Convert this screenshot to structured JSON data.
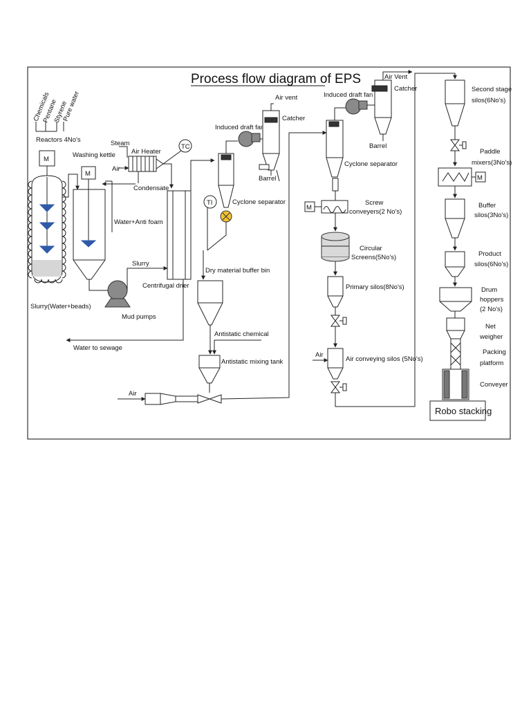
{
  "diagram": {
    "title": "Process flow diagram of EPS",
    "motor": "M",
    "feeds": [
      "Chemicals",
      "Pentane",
      "Styrene",
      "Pure water"
    ],
    "instruments": {
      "tc": "TC",
      "ti": "TI"
    },
    "labels": {
      "reactors": "Reactors 4No's",
      "washing_kettle": "Washing kettle",
      "steam": "Steam",
      "air_heater": "Air Heater",
      "air_heater_air": "Air",
      "condensate": "Condensate",
      "water_antifoam": "Water+Anti foam",
      "slurry": "Slurry",
      "slurry_beads": "Slurry(Water+beads)",
      "mud_pumps": "Mud pumps",
      "centrifugal_drier": "Centrifugal drier",
      "water_to_sewage": "Water to sewage",
      "air_vent_1": "Air vent",
      "catcher_1": "Catcher",
      "induced_fan_1": "Induced draft fan",
      "barrel_1": "Barrel",
      "cyclone_1": "Cyclone separator",
      "buffer_bin": "Dry material buffer bin",
      "antistatic_chemical": "Antistatic chemical",
      "antistatic_tank": "Antistatic mixing tank",
      "air_blower": "Air",
      "induced_fan_2": "Induced draft fan",
      "air_vent_2": "Air Vent",
      "catcher_2": "Catcher",
      "barrel_2": "Barrel",
      "cyclone_2": "Cyclone separator",
      "screw_conveyers": [
        "Screw",
        "conveyers(2 No's)"
      ],
      "circular_screens": [
        "Circular",
        "Screens(5No's)"
      ],
      "primary_silos": "Primary silos(8No's)",
      "air_conveying_air": "Air",
      "air_conveying_silos": "Air conveying silos (5No's)",
      "second_stage_silos": [
        "Second stage",
        "silos(6No's)"
      ],
      "paddle_mixers": [
        "Paddle",
        "mixers(3No's)"
      ],
      "buffer_silos": [
        "Buffer",
        "silos(3No's)"
      ],
      "product_silos": [
        "Product",
        "silos(6No's)"
      ],
      "drum_hoppers": [
        "Drum",
        "hoppers",
        "(2 No's)"
      ],
      "net_weigher": [
        "Net",
        "weigher"
      ],
      "packing_platform": [
        "Packing",
        "platform"
      ],
      "conveyer": "Conveyer",
      "robo_stacking": "Robo stacking"
    }
  }
}
